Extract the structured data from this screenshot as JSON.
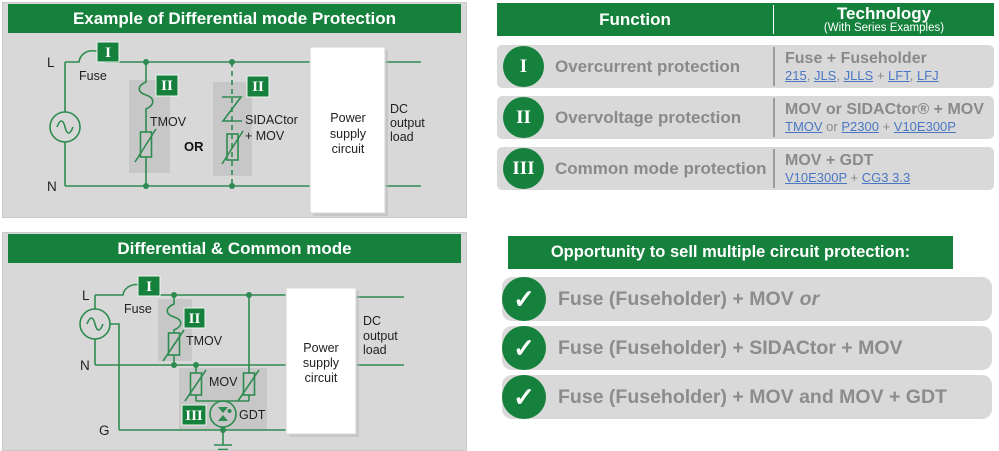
{
  "colors": {
    "brand_green": "#16813c",
    "wire_green": "#2e8b50",
    "panel_gray": "#d8d8d8",
    "row_gray": "#d9d9d9",
    "text_gray": "#8a8a8a",
    "link_blue": "#4a77c4"
  },
  "left_top": {
    "title": "Example of Differential mode Protection",
    "labels": {
      "line_l": "L",
      "line_n": "N",
      "fuse": "Fuse",
      "badge_overcurrent": "I",
      "badge_tmov": "II",
      "badge_sidactor": "II",
      "tmov": "TMOV",
      "or": "OR",
      "sidactor_1": "SIDACtor",
      "sidactor_2": "+ MOV",
      "power": [
        "Power",
        "supply",
        "circuit"
      ],
      "dc": [
        "DC",
        "output",
        "load"
      ]
    }
  },
  "left_bottom": {
    "title": "Differential & Common mode",
    "labels": {
      "line_l": "L",
      "line_n": "N",
      "line_g": "G",
      "fuse": "Fuse",
      "badge_overcurrent": "I",
      "badge_tmov": "II",
      "badge_gdt": "III",
      "tmov": "TMOV",
      "mov": "MOV",
      "gdt": "GDT",
      "power": [
        "Power",
        "supply",
        "circuit"
      ],
      "dc": [
        "DC",
        "output",
        "load"
      ]
    }
  },
  "table": {
    "header": {
      "function": "Function",
      "technology": "Technology",
      "technology_sub": "(With Series Examples)"
    },
    "rows": [
      {
        "numeral": "I",
        "function": "Overcurrent protection",
        "tech": "Fuse + Fuseholder",
        "series": [
          {
            "t": "215",
            "link": true
          },
          {
            "t": ", "
          },
          {
            "t": "JLS",
            "link": true
          },
          {
            "t": ", "
          },
          {
            "t": "JLLS",
            "link": true
          },
          {
            "t": " + "
          },
          {
            "t": "LFT",
            "link": true
          },
          {
            "t": ", "
          },
          {
            "t": "LFJ",
            "link": true
          }
        ]
      },
      {
        "numeral": "II",
        "function": "Overvoltage protection",
        "tech": "MOV or SIDACtor® + MOV",
        "series": [
          {
            "t": "TMOV",
            "link": true
          },
          {
            "t": " or "
          },
          {
            "t": "P2300",
            "link": true
          },
          {
            "t": " + "
          },
          {
            "t": "V10E300P",
            "link": true
          }
        ]
      },
      {
        "numeral": "III",
        "function": "Common mode protection",
        "tech": "MOV + GDT",
        "series": [
          {
            "t": "V10E300P",
            "link": true
          },
          {
            "t": " + "
          },
          {
            "t": "CG3 3.3",
            "link": true
          }
        ]
      }
    ]
  },
  "opportunity": {
    "title": "Opportunity to sell multiple circuit protection:",
    "check": "✓",
    "items": [
      {
        "text": "Fuse (Fuseholder) + MOV",
        "italic_suffix": "or"
      },
      {
        "text": "Fuse (Fuseholder) + SIDACtor + MOV",
        "italic_suffix": ""
      },
      {
        "text": "Fuse (Fuseholder) + MOV and MOV + GDT",
        "italic_suffix": ""
      }
    ]
  }
}
